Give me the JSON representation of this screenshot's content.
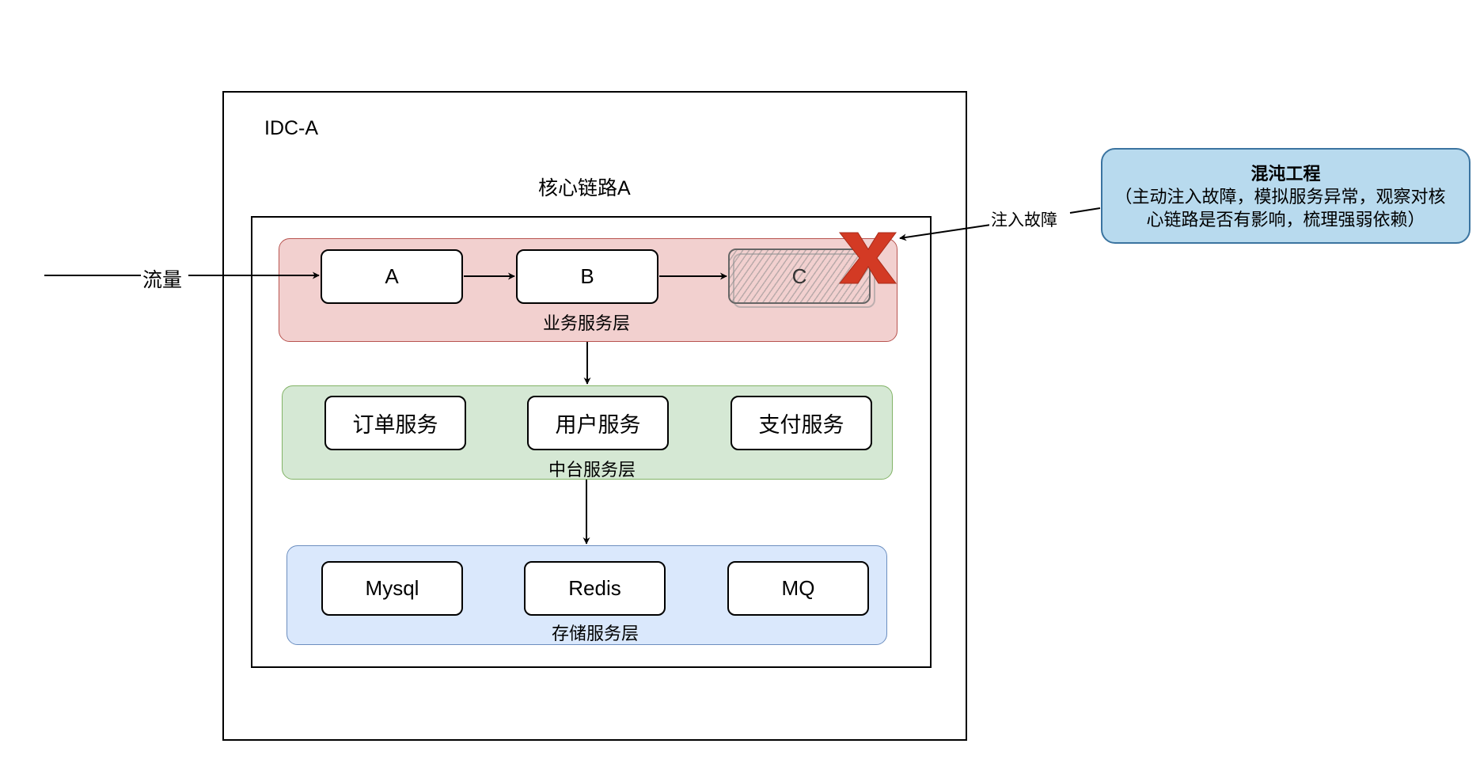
{
  "idc": {
    "label": "IDC-A"
  },
  "core_chain": {
    "title": "核心链路A"
  },
  "traffic": {
    "label": "流量"
  },
  "layers": {
    "business": {
      "label": "业务服务层",
      "color_fill": "#f2d0cf",
      "color_border": "#b85450",
      "nodes": [
        {
          "label": "A",
          "status": "normal"
        },
        {
          "label": "B",
          "status": "normal"
        },
        {
          "label": "C",
          "status": "fault-injected"
        }
      ]
    },
    "middle": {
      "label": "中台服务层",
      "color_fill": "#d5e8d4",
      "color_border": "#82b366",
      "nodes": [
        {
          "label": "订单服务"
        },
        {
          "label": "用户服务"
        },
        {
          "label": "支付服务"
        }
      ]
    },
    "storage": {
      "label": "存储服务层",
      "color_fill": "#dae8fc",
      "color_border": "#6c8ebf",
      "nodes": [
        {
          "label": "Mysql"
        },
        {
          "label": "Redis"
        },
        {
          "label": "MQ"
        }
      ]
    }
  },
  "fault": {
    "edge_label": "注入故障",
    "marker_color": "#d33a24"
  },
  "callout": {
    "title": "混沌工程",
    "line1": "（主动注入故障，模拟服务异常，观察对核",
    "line2": "心链路是否有影响，梳理强弱依赖）",
    "color_fill": "#b8daee",
    "color_border": "#3b74a0"
  }
}
